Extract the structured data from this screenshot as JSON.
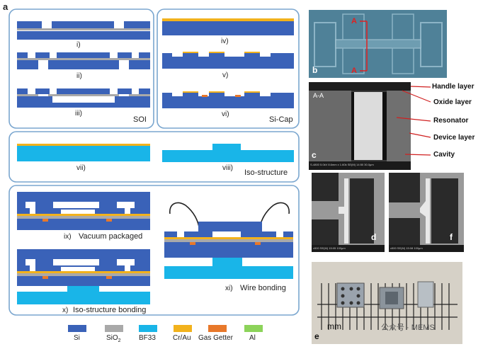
{
  "panel_a": "a",
  "steps": {
    "i": "i)",
    "ii": "ii)",
    "iii": "iii)",
    "iv": "iv)",
    "v": "v)",
    "vi": "vi)",
    "vii": "vii)",
    "viii": "viii)",
    "ix": "ix)",
    "x": "x)",
    "xi": "xi)"
  },
  "group_labels": {
    "soi": "SOI",
    "sicap": "Si-Cap",
    "iso": "Iso-structure",
    "vacuum": "Vacuum packaged",
    "iso_bonding": "Iso-structure bonding",
    "wire": "Wire bonding"
  },
  "legend": [
    {
      "label": "Si",
      "color": "#3a62b8"
    },
    {
      "label": "SiO",
      "sub": "2",
      "color": "#a9a9a9"
    },
    {
      "label": "BF33",
      "color": "#19b5e8"
    },
    {
      "label": "Cr/Au",
      "color": "#f2b21c"
    },
    {
      "label": "Gas Getter",
      "color": "#e8782a"
    },
    {
      "label": "Al",
      "color": "#8cd35a"
    }
  ],
  "photos": {
    "b": {
      "letter": "b",
      "marker_top": "A",
      "marker_bottom": "A"
    },
    "c": {
      "letter": "c",
      "section": "A-A",
      "footer": "S-4800 5.0kV 8.6mm x 1.60k SE(M) 14:50     30.0μm"
    },
    "d": {
      "letter": "d",
      "footer": "x500 SE(M) 15:05     100μm"
    },
    "f": {
      "letter": "f",
      "footer": "x500 SE(M) 15:08     100μm"
    },
    "e": {
      "letter": "e",
      "ruler_unit": "mm",
      "watermark": "公众号 · MEMS"
    }
  },
  "annotations": [
    "Handle layer",
    "Oxide layer",
    "Resonator",
    "Device layer",
    "Cavity"
  ]
}
